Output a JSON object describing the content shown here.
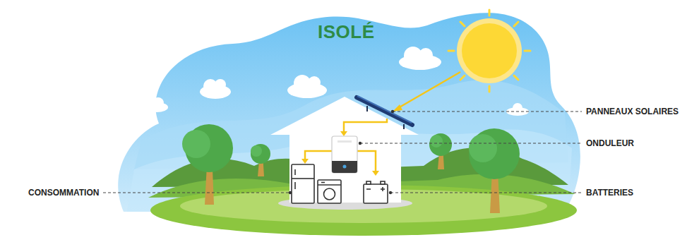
{
  "diagram": {
    "title": "ISOLÉ",
    "labels": [
      "PANNEAUX SOLAIRES",
      "ONDULEUR",
      "CONSOMMATION",
      "BATTERIES"
    ]
  }
}
